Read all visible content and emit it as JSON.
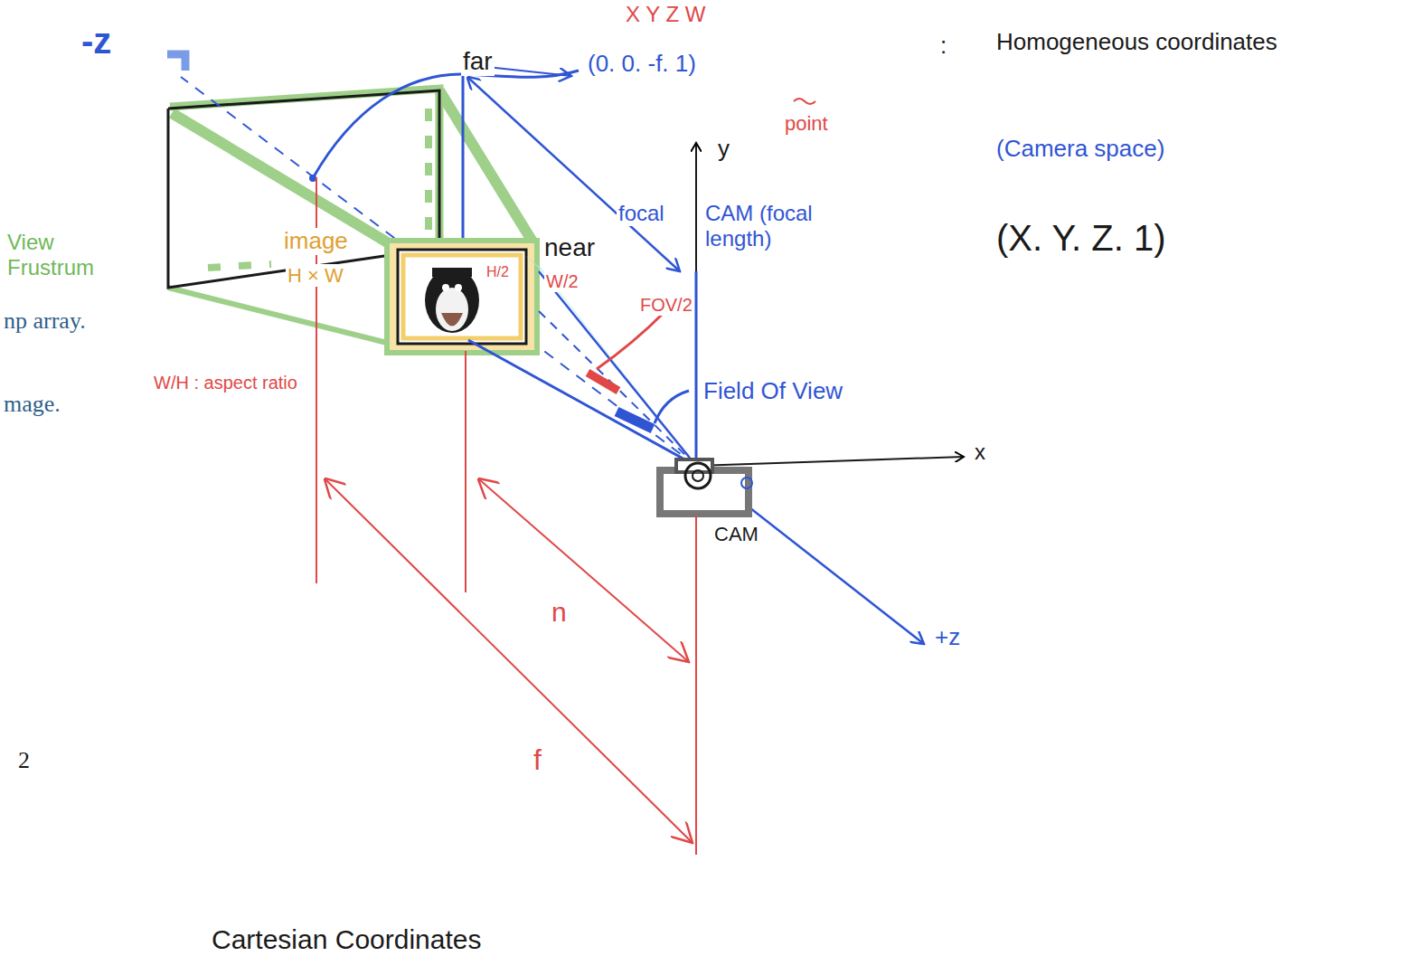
{
  "diagram": {
    "caption": "Cartesian Coordinates",
    "labels": [
      "-z",
      "X Y Z W",
      "far",
      "(0. 0. -f. 1)",
      "point",
      ":",
      "Homogeneous coordinates",
      "(Camera space)",
      "(X. Y. Z. 1)",
      "y",
      "focal",
      "CAM (focal length)",
      "View Frustrum",
      "image",
      "H × W",
      "near",
      "H/2",
      "W/2",
      "FOV/2",
      "np array.",
      "mage.",
      "W/H : aspect ratio",
      "Field Of View",
      "x",
      "CAM",
      "n",
      "+z",
      "2",
      "f"
    ]
  }
}
